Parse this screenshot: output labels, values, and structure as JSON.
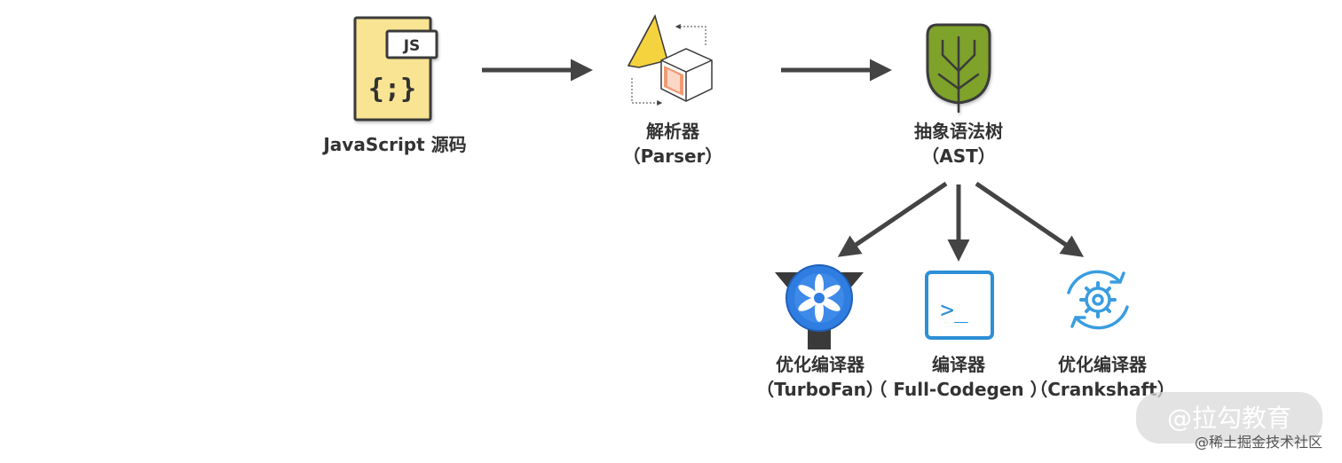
{
  "nodes": {
    "source": {
      "title": "JavaScript 源码",
      "badge": "JS",
      "glyph": "{;}"
    },
    "parser": {
      "title": "解析器",
      "subtitle": "（Parser）"
    },
    "ast": {
      "title": "抽象语法树",
      "subtitle": "（AST）"
    },
    "turbofan": {
      "title": "优化编译器",
      "subtitle": "（TurboFan）"
    },
    "codegen": {
      "title": "编译器",
      "subtitle": "（ Full-Codegen ）",
      "glyph": ">_"
    },
    "crankshaft": {
      "title": "优化编译器",
      "subtitle": "（Crankshaft）"
    }
  },
  "watermark": {
    "brand": "@拉勾教育",
    "credit": "@稀土掘金技术社区"
  },
  "colors": {
    "arrow": "#444444",
    "js_file_fill": "#f9e493",
    "tree_green": "#7ea22a",
    "turbofan_blue": "#2f7de1",
    "codegen_blue": "#2d8fd6",
    "crankshaft_blue": "#3a9de0",
    "parser_yellow": "#f5d33f",
    "parser_orange": "#f08a5b"
  },
  "icons": {
    "source": "js-file-icon",
    "parser": "parser-icon",
    "ast": "tree-icon",
    "turbofan": "turbofan-icon",
    "codegen": "terminal-icon",
    "crankshaft": "gear-cycle-icon"
  }
}
